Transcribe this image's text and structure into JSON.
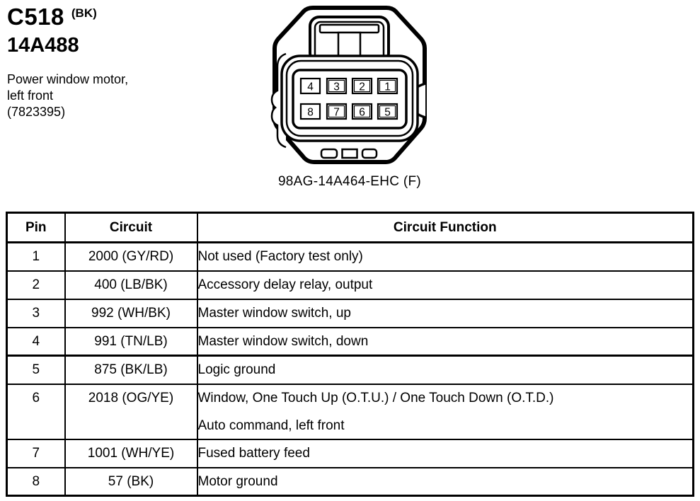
{
  "header": {
    "connector_id": "C518",
    "connector_color": "(BK)",
    "part_number": "14A488",
    "description_lines": [
      "Power window motor,",
      "left front",
      "(7823395)"
    ]
  },
  "connector": {
    "caption": "98AG-14A464-EHC (F)",
    "pins_top_row": [
      "4",
      "3",
      "2",
      "1"
    ],
    "pins_bottom_row": [
      "8",
      "7",
      "6",
      "5"
    ]
  },
  "table": {
    "columns": [
      "Pin",
      "Circuit",
      "Circuit Function"
    ],
    "rows": [
      {
        "pin": "1",
        "circuit": "2000 (GY/RD)",
        "function": [
          "Not used (Factory test only)"
        ]
      },
      {
        "pin": "2",
        "circuit": "400 (LB/BK)",
        "function": [
          "Accessory delay relay, output"
        ]
      },
      {
        "pin": "3",
        "circuit": "992 (WH/BK)",
        "function": [
          "Master window switch, up"
        ]
      },
      {
        "pin": "4",
        "circuit": "991 (TN/LB)",
        "function": [
          "Master window switch, down"
        ]
      },
      {
        "pin": "5",
        "circuit": "875 (BK/LB)",
        "function": [
          "Logic ground"
        ],
        "group_start": true
      },
      {
        "pin": "6",
        "circuit": "2018 (OG/YE)",
        "function": [
          "Window, One Touch Up (O.T.U.) / One Touch Down (O.T.D.)",
          "Auto command, left front"
        ]
      },
      {
        "pin": "7",
        "circuit": "1001 (WH/YE)",
        "function": [
          "Fused battery feed"
        ]
      },
      {
        "pin": "8",
        "circuit": "57 (BK)",
        "function": [
          "Motor ground"
        ]
      }
    ]
  },
  "colors": {
    "ink": "#000000",
    "paper": "#ffffff"
  }
}
